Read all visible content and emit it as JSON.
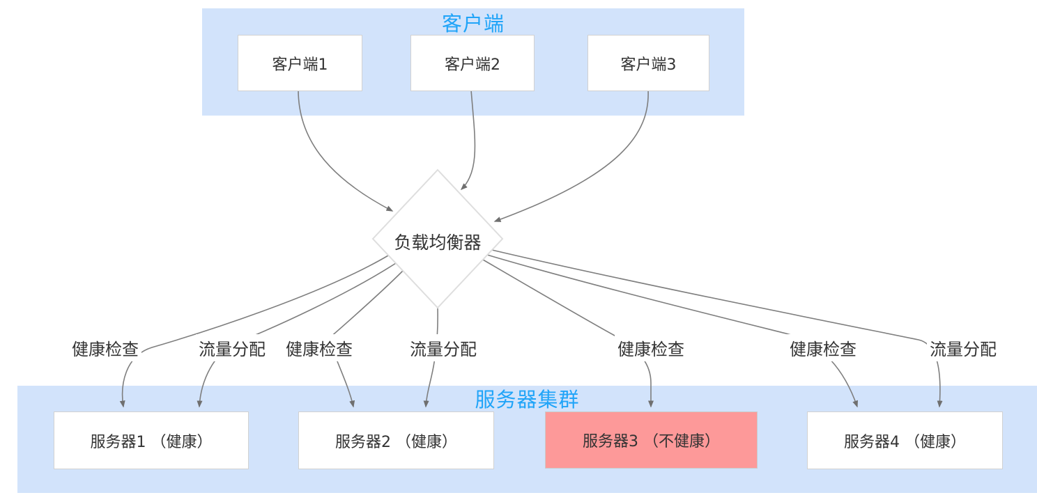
{
  "diagram": {
    "clients_group": {
      "title": "客户端",
      "nodes": [
        {
          "label": "客户端1"
        },
        {
          "label": "客户端2"
        },
        {
          "label": "客户端3"
        }
      ]
    },
    "load_balancer": {
      "label": "负载均衡器"
    },
    "servers_group": {
      "title": "服务器集群",
      "nodes": [
        {
          "label": "服务器1 （健康）",
          "status": "healthy"
        },
        {
          "label": "服务器2 （健康）",
          "status": "healthy"
        },
        {
          "label": "服务器3 （不健康）",
          "status": "unhealthy"
        },
        {
          "label": "服务器4 （健康）",
          "status": "healthy"
        }
      ]
    },
    "edge_labels": [
      {
        "text": "健康检查",
        "target": "服务器1"
      },
      {
        "text": "流量分配",
        "target": "服务器1"
      },
      {
        "text": "健康检查",
        "target": "服务器2"
      },
      {
        "text": "流量分配",
        "target": "服务器2"
      },
      {
        "text": "健康检查",
        "target": "服务器3"
      },
      {
        "text": "健康检查",
        "target": "服务器4"
      },
      {
        "text": "流量分配",
        "target": "服务器4"
      }
    ],
    "colors": {
      "group_fill": "#d2e3fb",
      "group_title": "#20a4f8",
      "node_fill": "#ffffff",
      "node_border": "#d1d1d1",
      "unhealthy_fill": "#fd9999",
      "edge_line": "#7e7e7e",
      "arrowhead": "#6f6f6f",
      "diamond_stroke": "#dedede",
      "text": "#333333"
    }
  }
}
